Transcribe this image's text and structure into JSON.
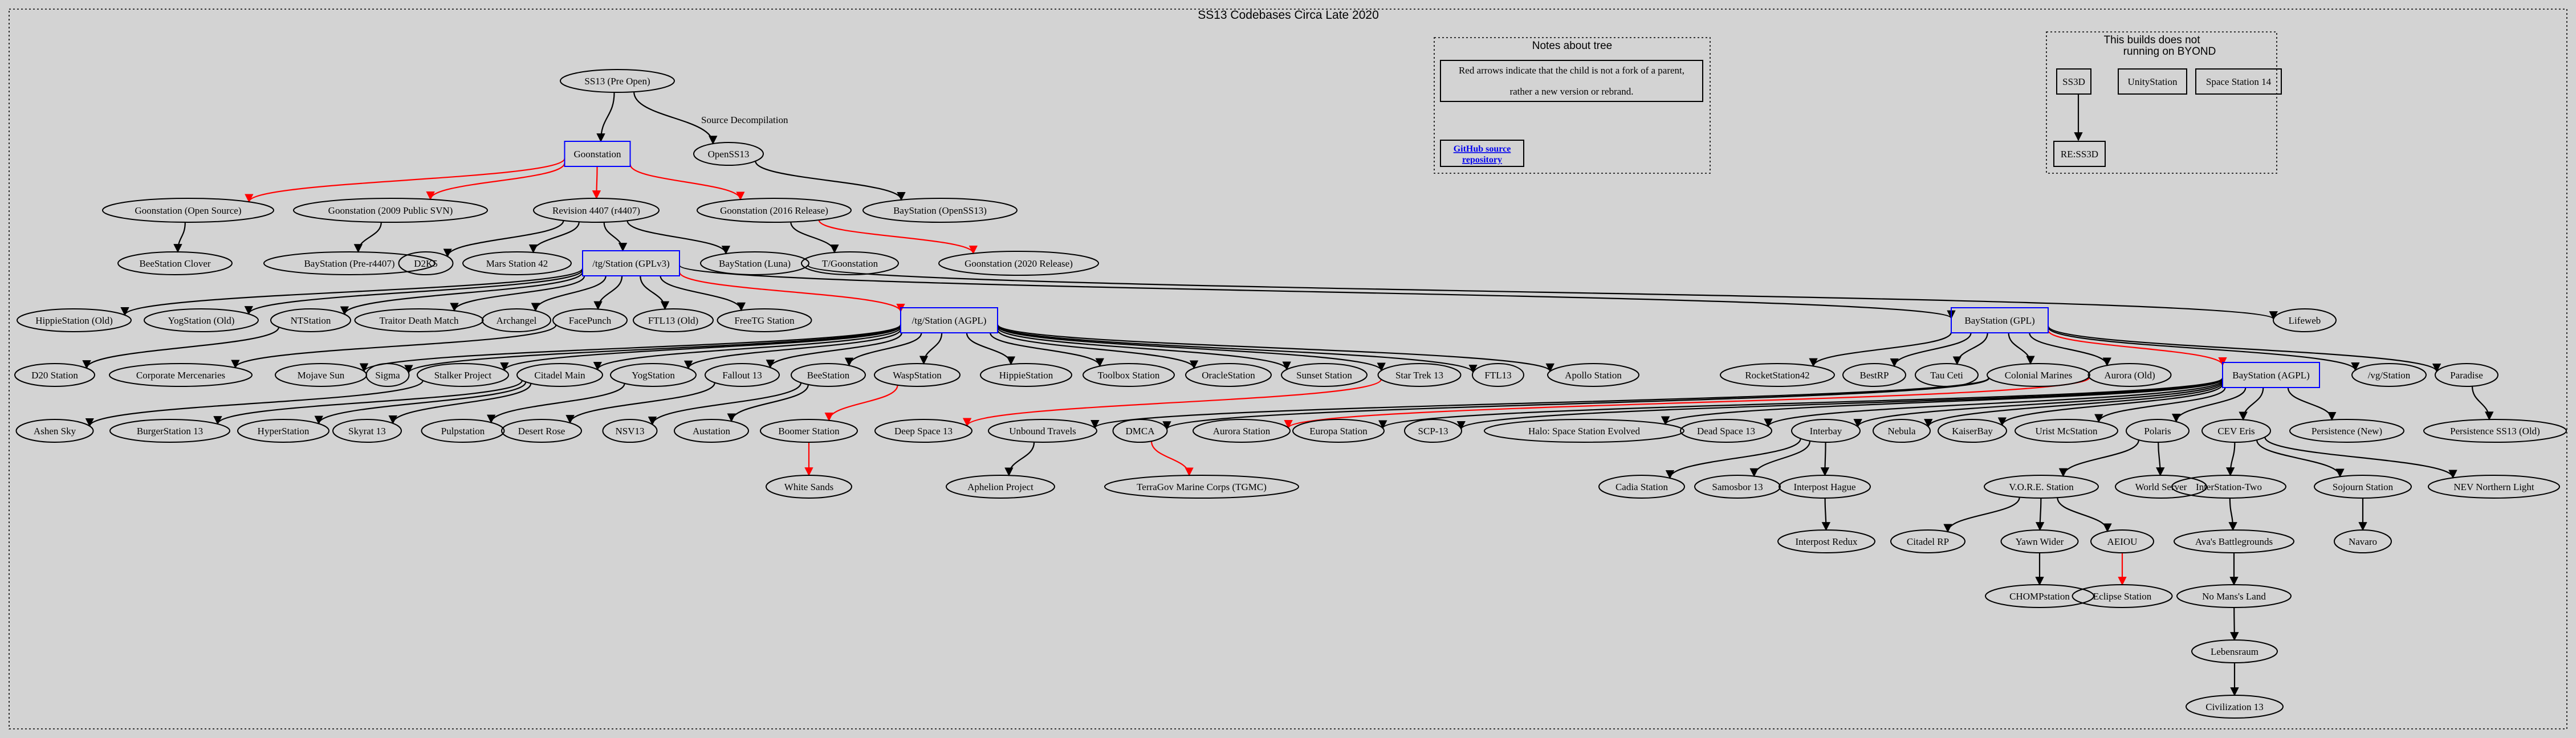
{
  "title": "SS13 Codebases Circa Late 2020",
  "colors": {
    "background": "#d3d3d3",
    "normal_edge": "#000000",
    "rebrand_edge": "#ff0000",
    "highlight_box": "#0000ff",
    "link": "#0000ee"
  },
  "notes": {
    "title": "Notes about tree",
    "line1": "Red arrows indicate that the child is not a fork of a parent,",
    "line2": "rather a new version or rebrand.",
    "link_line1": "GitHub source",
    "link_line2": "repository"
  },
  "non_byond": {
    "title_line1": "This builds does not",
    "title_line2": "running on BYOND",
    "nodes": [
      "SS3D",
      "UnityStation",
      "Space Station 14",
      "RE:SS3D"
    ]
  },
  "edge_label": "Source Decompilation",
  "nodes": {
    "ss13_pre": "SS13 (Pre Open)",
    "goon": "Goonstation",
    "openss13": "OpenSS13",
    "goon_os": "Goonstation (Open Source)",
    "goon_2009": "Goonstation (2009 Public SVN)",
    "rev4407": "Revision 4407 (r4407)",
    "goon_2016": "Goonstation (2016 Release)",
    "bay_openss13": "BayStation (OpenSS13)",
    "bee_clover": "BeeStation Clover",
    "bay_pre4407": "BayStation (Pre-r4407)",
    "d2k5": "D2K5",
    "mars42": "Mars Station 42",
    "tg_gpl": "/tg/Station (GPLv3)",
    "bay_luna": "BayStation (Luna)",
    "tgoon": "T/Goonstation",
    "goon_2020": "Goonstation (2020 Release)",
    "hippie_old": "HippieStation (Old)",
    "yog_old": "YogStation (Old)",
    "nt": "NTStation",
    "traitor_dm": "Traitor Death Match",
    "archangel": "Archangel",
    "facepunch": "FacePunch",
    "ftl13_old": "FTL13 (Old)",
    "freetg": "FreeTG Station",
    "tg_agpl": "/tg/Station (AGPL)",
    "bay_gpl": "BayStation (GPL)",
    "lifeweb": "Lifeweb",
    "d20": "D20 Station",
    "corp_merc": "Corporate Mercenaries",
    "mojave": "Mojave Sun",
    "sigma": "Sigma",
    "stalker": "Stalker Project",
    "citadel": "Citadel Main",
    "yog": "YogStation",
    "fallout": "Fallout 13",
    "bee": "BeeStation",
    "wasp": "WaspStation",
    "hippie": "HippieStation",
    "toolbox": "Toolbox Station",
    "oracle": "OracleStation",
    "sunset": "Sunset Station",
    "startrek": "Star Trek 13",
    "ftl13": "FTL13",
    "apollo": "Apollo Station",
    "rocket": "RocketStation42",
    "bestrp": "BestRP",
    "tauceti": "Tau Ceti",
    "colonial": "Colonial Marines",
    "aurora_old": "Aurora (Old)",
    "bay_agpl": "BayStation (AGPL)",
    "vg": "/vg/Station",
    "paradise": "Paradise",
    "ashen": "Ashen Sky",
    "burger": "BurgerStation 13",
    "hyper": "HyperStation",
    "skyrat": "Skyrat 13",
    "pulp": "Pulpstation",
    "desert": "Desert Rose",
    "nsv": "NSV13",
    "austation": "Austation",
    "boomer": "Boomer Station",
    "ds13": "Deep Space 13",
    "unbound": "Unbound Travels",
    "dmca": "DMCA",
    "aurora": "Aurora Station",
    "europa": "Europa Station",
    "scp": "SCP-13",
    "halo": "Halo: Space Station Evolved",
    "deadspace": "Dead Space 13",
    "interbay": "Interbay",
    "nebula": "Nebula",
    "kaiser": "KaiserBay",
    "urist": "Urist McStation",
    "polaris": "Polaris",
    "cev": "CEV Eris",
    "persist_new": "Persistence (New)",
    "persist_old": "Persistence SS13 (Old)",
    "white_sands": "White Sands",
    "aphelion": "Aphelion Project",
    "tgmc": "TerraGov Marine Corps (TGMC)",
    "cadia": "Cadia Station",
    "samosbor": "Samosbor 13",
    "ip_hague": "Interpost Hague",
    "ip_redux": "Interpost Redux",
    "vore": "V.O.R.E. Station",
    "world_server": "World Server",
    "interstation": "InterStation-Two",
    "sojourn": "Sojourn Station",
    "nev": "NEV Northern Light",
    "citadel_rp": "Citadel RP",
    "yawn": "Yawn Wider",
    "aeiou": "AEIOU",
    "avas": "Ava's Battlegrounds",
    "navaro": "Navaro",
    "chomp": "CHOMPstation",
    "eclipse": "Eclipse Station",
    "nomans": "No Mans's Land",
    "lebensraum": "Lebensraum",
    "civ13": "Civilization 13"
  }
}
